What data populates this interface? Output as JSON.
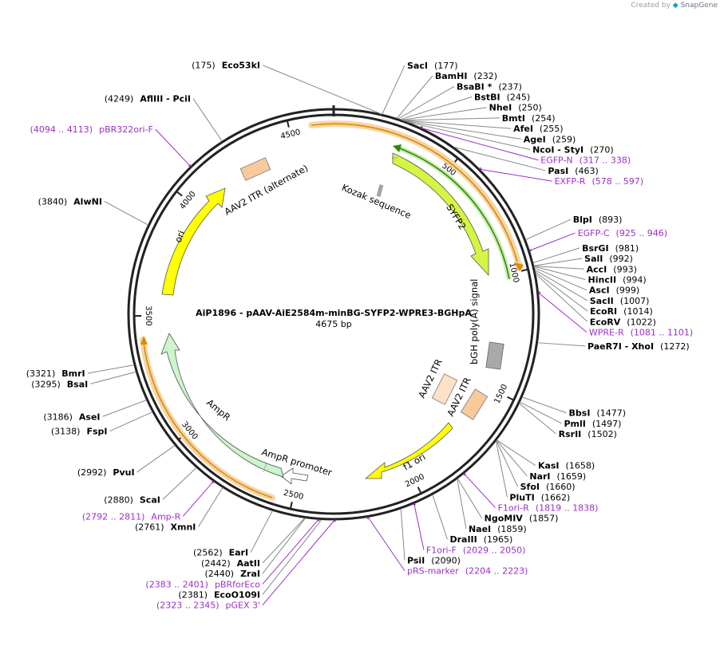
{
  "credit": {
    "prefix": "Created by",
    "brand": "SnapGene"
  },
  "plasmid": {
    "name": "AiP1896 - pAAV-AiE2584m-minBG-SYFP2-WPRE3-BGHpA",
    "size_label": "4675 bp",
    "length": 4675
  },
  "colors": {
    "backbone": "#222222",
    "primer": "#9b30c8",
    "ori": "#ffff00",
    "ampr": "#ccf5cc",
    "itr": "#f9c89b",
    "sygfp": "#d4f542",
    "polyA": "#a9a9a9",
    "kozak": "#a9a9a9",
    "orf_outline": "#e8a040",
    "sygfp_orf": "#2e8b00"
  },
  "ticks": [
    {
      "pos": 500,
      "label": "500"
    },
    {
      "pos": 1000,
      "label": "1000"
    },
    {
      "pos": 1500,
      "label": "1500"
    },
    {
      "pos": 2000,
      "label": "2000"
    },
    {
      "pos": 2500,
      "label": "2500"
    },
    {
      "pos": 3000,
      "label": "3000"
    },
    {
      "pos": 3500,
      "label": "3500"
    },
    {
      "pos": 4000,
      "label": "4000"
    },
    {
      "pos": 4500,
      "label": "4500"
    }
  ],
  "sites": [
    {
      "name": "Eco53kI",
      "coord": "(175)",
      "pos": 175,
      "side": "left"
    },
    {
      "name": "SacI",
      "coord": "(177)",
      "pos": 177,
      "side": "right"
    },
    {
      "name": "BamHI",
      "coord": "(232)",
      "pos": 232,
      "side": "right"
    },
    {
      "name": "BsaBI *",
      "coord": "(237)",
      "pos": 237,
      "side": "right"
    },
    {
      "name": "BstBI",
      "coord": "(245)",
      "pos": 245,
      "side": "right"
    },
    {
      "name": "NheI",
      "coord": "(250)",
      "pos": 250,
      "side": "right"
    },
    {
      "name": "BmtI",
      "coord": "(254)",
      "pos": 254,
      "side": "right"
    },
    {
      "name": "AfeI",
      "coord": "(255)",
      "pos": 255,
      "side": "right"
    },
    {
      "name": "AgeI",
      "coord": "(259)",
      "pos": 259,
      "side": "right"
    },
    {
      "name": "NcoI  - StyI",
      "coord": "(270)",
      "pos": 270,
      "side": "right"
    },
    {
      "name": "PasI",
      "coord": "(463)",
      "pos": 463,
      "side": "right"
    },
    {
      "name": "BlpI",
      "coord": "(893)",
      "pos": 893,
      "side": "right"
    },
    {
      "name": "BsrGI",
      "coord": "(981)",
      "pos": 981,
      "side": "right"
    },
    {
      "name": "SalI",
      "coord": "(992)",
      "pos": 992,
      "side": "right"
    },
    {
      "name": "AccI",
      "coord": "(993)",
      "pos": 993,
      "side": "right"
    },
    {
      "name": "HincII",
      "coord": "(994)",
      "pos": 994,
      "side": "right"
    },
    {
      "name": "AscI",
      "coord": "(999)",
      "pos": 999,
      "side": "right"
    },
    {
      "name": "SacII",
      "coord": "(1007)",
      "pos": 1007,
      "side": "right"
    },
    {
      "name": "EcoRI",
      "coord": "(1014)",
      "pos": 1014,
      "side": "right"
    },
    {
      "name": "EcoRV",
      "coord": "(1022)",
      "pos": 1022,
      "side": "right"
    },
    {
      "name": "PaeR7I  - XhoI",
      "coord": "(1272)",
      "pos": 1272,
      "side": "right"
    },
    {
      "name": "BbsI",
      "coord": "(1477)",
      "pos": 1477,
      "side": "right"
    },
    {
      "name": "PmlI",
      "coord": "(1497)",
      "pos": 1497,
      "side": "right"
    },
    {
      "name": "RsrII",
      "coord": "(1502)",
      "pos": 1502,
      "side": "right"
    },
    {
      "name": "KasI",
      "coord": "(1658)",
      "pos": 1658,
      "side": "right"
    },
    {
      "name": "NarI",
      "coord": "(1659)",
      "pos": 1659,
      "side": "right"
    },
    {
      "name": "SfoI",
      "coord": "(1660)",
      "pos": 1660,
      "side": "right"
    },
    {
      "name": "PluTI",
      "coord": "(1662)",
      "pos": 1662,
      "side": "right"
    },
    {
      "name": "NgoMIV",
      "coord": "(1857)",
      "pos": 1857,
      "side": "right"
    },
    {
      "name": "NaeI",
      "coord": "(1859)",
      "pos": 1859,
      "side": "right"
    },
    {
      "name": "DraIII",
      "coord": "(1965)",
      "pos": 1965,
      "side": "right"
    },
    {
      "name": "PsiI",
      "coord": "(2090)",
      "pos": 2090,
      "side": "right"
    },
    {
      "name": "EcoO109I",
      "coord": "(2381)",
      "pos": 2381,
      "side": "left"
    },
    {
      "name": "ZraI",
      "coord": "(2440)",
      "pos": 2440,
      "side": "left"
    },
    {
      "name": "AatII",
      "coord": "(2442)",
      "pos": 2442,
      "side": "left"
    },
    {
      "name": "EarI",
      "coord": "(2562)",
      "pos": 2562,
      "side": "left"
    },
    {
      "name": "XmnI",
      "coord": "(2761)",
      "pos": 2761,
      "side": "left"
    },
    {
      "name": "ScaI",
      "coord": "(2880)",
      "pos": 2880,
      "side": "left"
    },
    {
      "name": "PvuI",
      "coord": "(2992)",
      "pos": 2992,
      "side": "left"
    },
    {
      "name": "FspI",
      "coord": "(3138)",
      "pos": 3138,
      "side": "left"
    },
    {
      "name": "AseI",
      "coord": "(3186)",
      "pos": 3186,
      "side": "left"
    },
    {
      "name": "BsaI",
      "coord": "(3295)",
      "pos": 3295,
      "side": "left"
    },
    {
      "name": "BmrI",
      "coord": "(3321)",
      "pos": 3321,
      "side": "left"
    },
    {
      "name": "AlwNI",
      "coord": "(3840)",
      "pos": 3840,
      "side": "left"
    },
    {
      "name": "AflIII  - PciI",
      "coord": "(4249)",
      "pos": 4249,
      "side": "left"
    }
  ],
  "primers": [
    {
      "name": "EGFP-N",
      "coord": "(317 .. 338)",
      "pos": 327,
      "side": "right"
    },
    {
      "name": "EXFP-R",
      "coord": "(578 .. 597)",
      "pos": 587,
      "side": "right"
    },
    {
      "name": "EGFP-C",
      "coord": "(925 .. 946)",
      "pos": 935,
      "side": "right"
    },
    {
      "name": "WPRE-R",
      "coord": "(1081 .. 1101)",
      "pos": 1091,
      "side": "right"
    },
    {
      "name": "F1ori-R",
      "coord": "(1819 .. 1838)",
      "pos": 1828,
      "side": "right"
    },
    {
      "name": "F1ori-F",
      "coord": "(2029 .. 2050)",
      "pos": 2039,
      "side": "right"
    },
    {
      "name": "pRS-marker",
      "coord": "(2204 .. 2223)",
      "pos": 2213,
      "side": "right"
    },
    {
      "name": "pGEX 3'",
      "coord": "(2323 .. 2345)",
      "pos": 2334,
      "side": "left"
    },
    {
      "name": "pBRforEco",
      "coord": "(2383 .. 2401)",
      "pos": 2392,
      "side": "left"
    },
    {
      "name": "Amp-R",
      "coord": "(2792 .. 2811)",
      "pos": 2801,
      "side": "left"
    },
    {
      "name": "pBR322ori-F",
      "coord": "(4094 .. 4113)",
      "pos": 4103,
      "side": "left"
    }
  ],
  "features": [
    {
      "name": "SYFP2",
      "kind": "cds"
    },
    {
      "name": "Kozak sequence",
      "kind": "misc"
    },
    {
      "name": "bGH poly(A) signal",
      "kind": "polyA"
    },
    {
      "name": "AAV2 ITR",
      "kind": "itr"
    },
    {
      "name": "AAV2 ITR",
      "kind": "itr"
    },
    {
      "name": "f1 ori",
      "kind": "ori"
    },
    {
      "name": "AmpR promoter",
      "kind": "promoter"
    },
    {
      "name": "AmpR",
      "kind": "cds"
    },
    {
      "name": "ori",
      "kind": "ori"
    },
    {
      "name": "AAV2 ITR (alternate)",
      "kind": "itr"
    }
  ]
}
